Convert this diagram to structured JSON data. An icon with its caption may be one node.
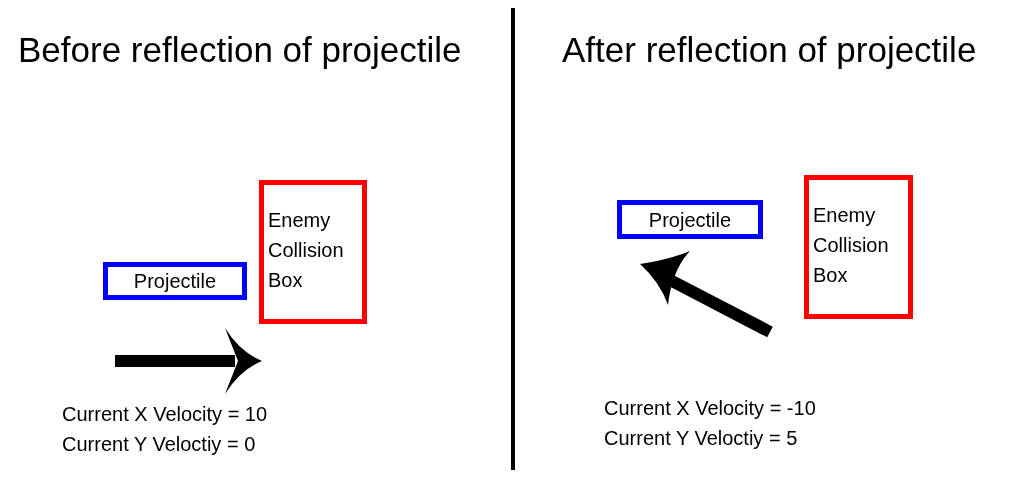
{
  "diagram": {
    "nodes": [
      {
        "text": [
          "Projectile"
        ]
      },
      {
        "text": [
          "Enemy Collision Box"
        ]
      },
      {
        "text": [
          "Projectile"
        ]
      },
      {
        "text": [
          "Enemy Collision Box"
        ]
      }
    ],
    "labels": [
      "Before reflection of projectile",
      "After reflection of projectile",
      "Current X Velocity = 10",
      "Current Y Veloctiy = 0",
      "Current X Velocity = -10",
      "Current Y Veloctiy = 5"
    ]
  }
}
